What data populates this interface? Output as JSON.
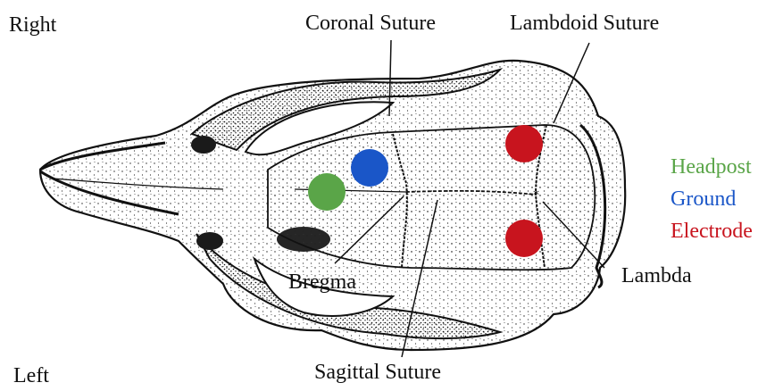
{
  "orientation": {
    "right": "Right",
    "left": "Left"
  },
  "landmarks": {
    "coronal_suture": "Coronal Suture",
    "lambdoid_suture": "Lambdoid Suture",
    "bregma": "Bregma",
    "lambda": "Lambda",
    "sagittal_suture": "Sagittal Suture"
  },
  "legend": [
    {
      "label": "Headpost",
      "color": "#5aa548"
    },
    {
      "label": "Ground",
      "color": "#1a56c8"
    },
    {
      "label": "Electrode",
      "color": "#c8141e"
    }
  ],
  "markers": {
    "headpost_color": "#5aa548",
    "ground_color": "#1a56c8",
    "electrode_color": "#c8141e"
  }
}
